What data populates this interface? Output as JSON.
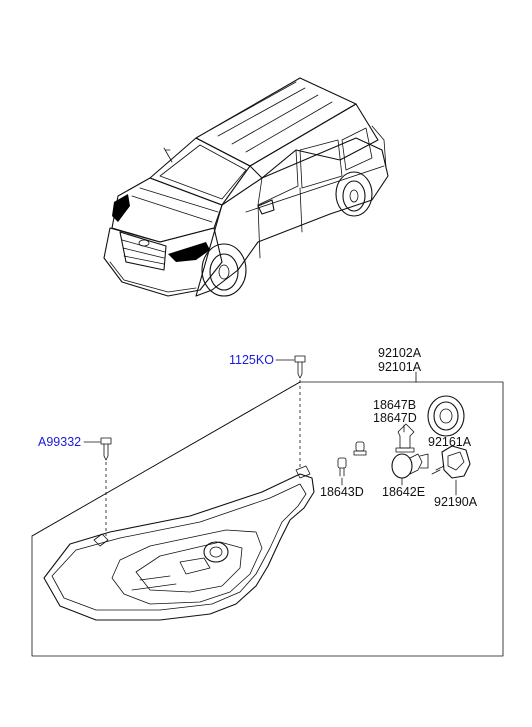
{
  "diagram": {
    "callouts": [
      {
        "id": "p1125ko",
        "text": "1125KO",
        "color": "#1a1ad8"
      },
      {
        "id": "p92102a",
        "text": "92102A",
        "color": "#111111"
      },
      {
        "id": "p92101a",
        "text": "92101A",
        "color": "#111111"
      },
      {
        "id": "p18647b",
        "text": "18647B",
        "color": "#111111"
      },
      {
        "id": "p18647d",
        "text": "18647D",
        "color": "#111111"
      },
      {
        "id": "p92161a",
        "text": "92161A",
        "color": "#111111"
      },
      {
        "id": "pa99332",
        "text": "A99332",
        "color": "#1a1ad8"
      },
      {
        "id": "p18643d",
        "text": "18643D",
        "color": "#111111"
      },
      {
        "id": "p18642e",
        "text": "18642E",
        "color": "#111111"
      },
      {
        "id": "p92190a",
        "text": "92190A",
        "color": "#111111"
      }
    ]
  }
}
